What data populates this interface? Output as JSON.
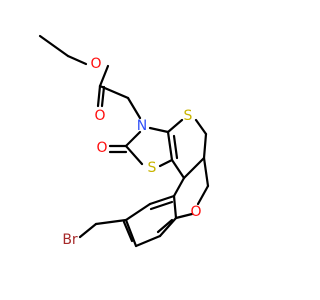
{
  "molecule": {
    "atoms": {
      "O_ester": {
        "label": "O",
        "color": "#ff0d0d"
      },
      "O_carbonyl_ester": {
        "label": "O",
        "color": "#ff0d0d"
      },
      "N": {
        "label": "N",
        "color": "#3050f8"
      },
      "S_thiopyran": {
        "label": "S",
        "color": "#c8b400"
      },
      "O_lactam": {
        "label": "O",
        "color": "#ff0d0d"
      },
      "S_thiazole": {
        "label": "S",
        "color": "#c8b400"
      },
      "O_pyran": {
        "label": "O",
        "color": "#ff0d0d"
      },
      "Br": {
        "label": "Br",
        "color": "#a62929"
      }
    },
    "bond_color": "#000000"
  }
}
